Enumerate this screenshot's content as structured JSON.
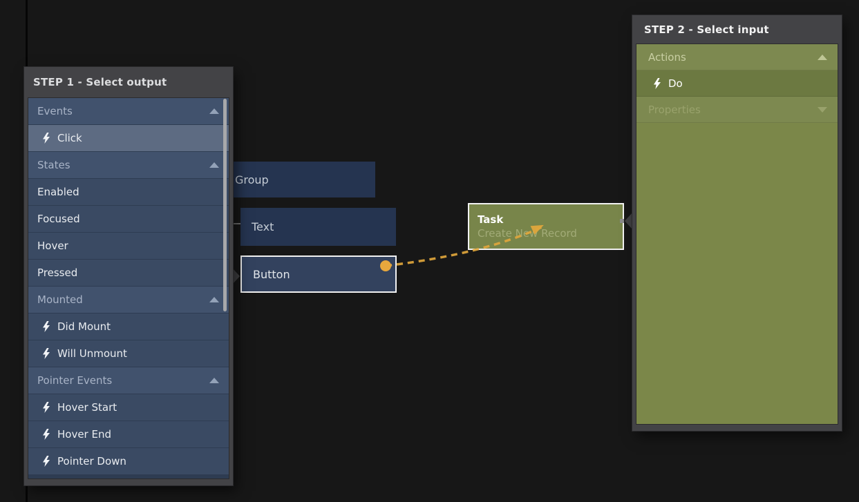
{
  "step1_panel": {
    "title": "STEP 1 - Select output",
    "items": [
      {
        "label": "Events",
        "type": "section",
        "arrow": "up"
      },
      {
        "label": "Click",
        "type": "item",
        "bolt": true,
        "selected": true
      },
      {
        "label": "States",
        "type": "section",
        "arrow": "up"
      },
      {
        "label": "Enabled",
        "type": "item"
      },
      {
        "label": "Focused",
        "type": "item"
      },
      {
        "label": "Hover",
        "type": "item"
      },
      {
        "label": "Pressed",
        "type": "item"
      },
      {
        "label": "Mounted",
        "type": "section",
        "arrow": "up"
      },
      {
        "label": "Did Mount",
        "type": "item",
        "bolt": true
      },
      {
        "label": "Will Unmount",
        "type": "item",
        "bolt": true
      },
      {
        "label": "Pointer Events",
        "type": "section",
        "arrow": "up"
      },
      {
        "label": "Hover Start",
        "type": "item",
        "bolt": true
      },
      {
        "label": "Hover End",
        "type": "item",
        "bolt": true
      },
      {
        "label": "Pointer Down",
        "type": "item",
        "bolt": true
      }
    ]
  },
  "step2_panel": {
    "title": "STEP 2 - Select input",
    "items": [
      {
        "label": "Actions",
        "type": "section",
        "arrow": "up"
      },
      {
        "label": "Do",
        "type": "item",
        "bolt": true,
        "selected": true
      },
      {
        "label": "Properties",
        "type": "section",
        "arrow": "down",
        "dimmed": true
      }
    ]
  },
  "nodes": {
    "group": {
      "label": "Group"
    },
    "text": {
      "label": "Text"
    },
    "button": {
      "label": "Button",
      "selected": true
    },
    "task": {
      "title": "Task",
      "subtitle": "Create New Record",
      "selected": true
    }
  },
  "connection": {
    "from": "Button",
    "to": "Task",
    "style": "dashed",
    "color": "#e2a43c"
  },
  "colors": {
    "canvas_bg": "#171717",
    "panel_frame": "#434346",
    "step1_section_bg": "#41526d",
    "step1_item_bg": "#3a4a63",
    "step1_selected_bg": "#5d6b82",
    "step2_section_bg": "#7d8950",
    "step2_selected_bg": "#6c7941",
    "node_bg": "#253450",
    "node_selected_bg": "#33425e",
    "task_bg": "#78854a",
    "connection_accent": "#e2a43c"
  }
}
